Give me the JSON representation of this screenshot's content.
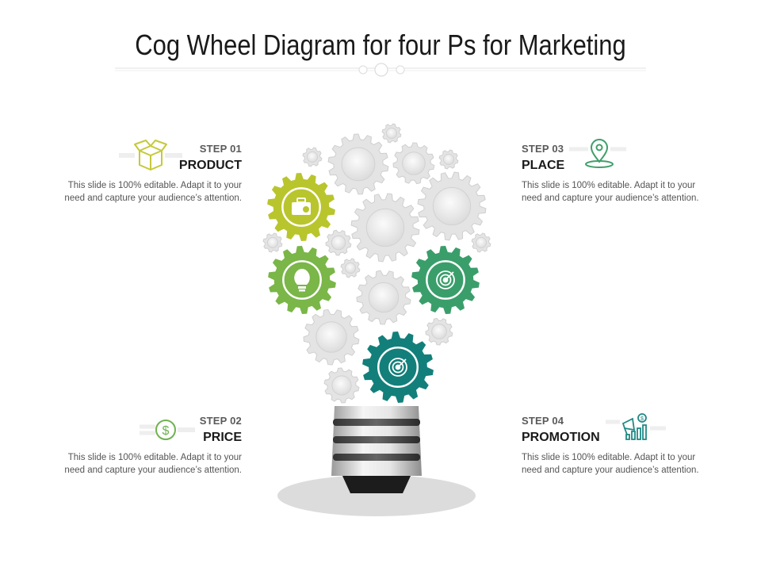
{
  "title": "Cog Wheel Diagram for four Ps for Marketing",
  "steps": [
    {
      "num": "STEP 01",
      "name": "PRODUCT",
      "desc": "This slide is 100% editable. Adapt it to your need and capture your audience’s attention.",
      "icon": "box-icon",
      "color": "#c5c93a"
    },
    {
      "num": "STEP 02",
      "name": "PRICE",
      "desc": "This slide is 100% editable. Adapt it to your need and capture your audience’s attention.",
      "icon": "dollar-coin-icon",
      "color": "#6fb24f"
    },
    {
      "num": "STEP 03",
      "name": "PLACE",
      "desc": "This slide is 100% editable. Adapt it to your need and capture your audience’s attention.",
      "icon": "map-pin-icon",
      "color": "#3f9f6a"
    },
    {
      "num": "STEP 04",
      "name": "PROMOTION",
      "desc": "This slide is 100% editable. Adapt it to your need and capture your audience’s attention.",
      "icon": "megaphone-chart-icon",
      "color": "#1f8a86"
    }
  ],
  "gear_colors": {
    "product": "#b9c52c",
    "price": "#7ab648",
    "place": "#3a9e6b",
    "promotion": "#137f7a",
    "neutral": "#e4e4e4"
  }
}
